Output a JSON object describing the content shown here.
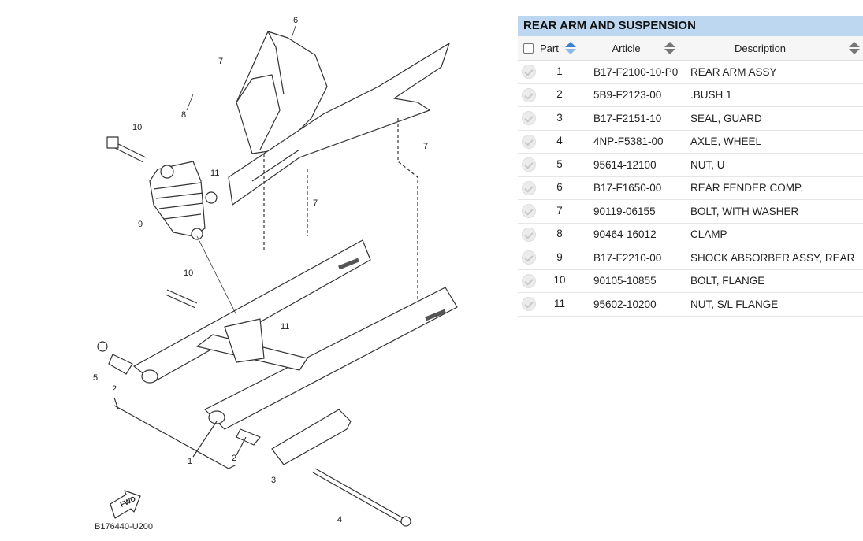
{
  "diagram": {
    "code": "B176440-U200",
    "fwd_label": "FWD",
    "callouts": [
      "6",
      "7",
      "8",
      "10",
      "11",
      "9",
      "7",
      "7",
      "10",
      "11",
      "5",
      "2",
      "1",
      "2",
      "3",
      "4"
    ]
  },
  "panel": {
    "title": "REAR ARM AND SUSPENSION",
    "columns": {
      "part": "Part",
      "article": "Article",
      "description": "Description"
    },
    "rows": [
      {
        "part": "1",
        "article": "B17-F2100-10-P0",
        "description": "REAR ARM ASSY"
      },
      {
        "part": "2",
        "article": "5B9-F2123-00",
        "description": ".BUSH 1"
      },
      {
        "part": "3",
        "article": "B17-F2151-10",
        "description": "SEAL, GUARD"
      },
      {
        "part": "4",
        "article": "4NP-F5381-00",
        "description": "AXLE, WHEEL"
      },
      {
        "part": "5",
        "article": "95614-12100",
        "description": "NUT, U"
      },
      {
        "part": "6",
        "article": "B17-F1650-00",
        "description": "REAR FENDER COMP."
      },
      {
        "part": "7",
        "article": "90119-06155",
        "description": "BOLT, WITH WASHER"
      },
      {
        "part": "8",
        "article": "90464-16012",
        "description": "CLAMP"
      },
      {
        "part": "9",
        "article": "B17-F2210-00",
        "description": "SHOCK ABSORBER ASSY, REAR"
      },
      {
        "part": "10",
        "article": "90105-10855",
        "description": "BOLT, FLANGE"
      },
      {
        "part": "11",
        "article": "95602-10200",
        "description": "NUT, S/L FLANGE"
      }
    ],
    "colors": {
      "header_bg": "#bcd7ef",
      "sort_active": "#3a7fd0"
    }
  }
}
